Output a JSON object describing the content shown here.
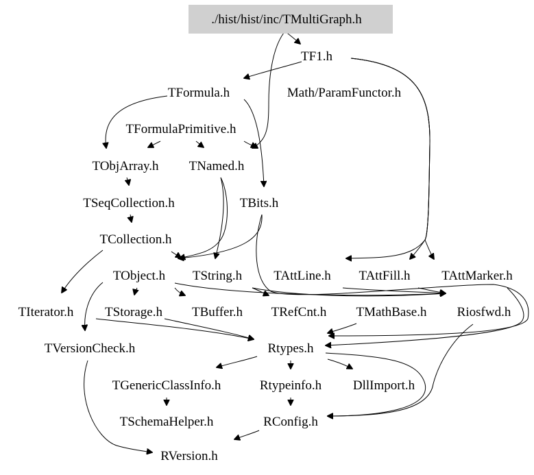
{
  "nodes": [
    {
      "id": "root",
      "label": "./hist/hist/inc/TMultiGraph.h",
      "highlight": true
    },
    {
      "id": "tf1",
      "label": "TF1.h"
    },
    {
      "id": "tformula",
      "label": "TFormula.h"
    },
    {
      "id": "paramfunctor",
      "label": "Math/ParamFunctor.h"
    },
    {
      "id": "tformulaprimitive",
      "label": "TFormulaPrimitive.h"
    },
    {
      "id": "tobjarray",
      "label": "TObjArray.h"
    },
    {
      "id": "tnamed",
      "label": "TNamed.h"
    },
    {
      "id": "tseqcollection",
      "label": "TSeqCollection.h"
    },
    {
      "id": "tbits",
      "label": "TBits.h"
    },
    {
      "id": "tcollection",
      "label": "TCollection.h"
    },
    {
      "id": "tobject",
      "label": "TObject.h"
    },
    {
      "id": "tstring",
      "label": "TString.h"
    },
    {
      "id": "tattline",
      "label": "TAttLine.h"
    },
    {
      "id": "tattfill",
      "label": "TAttFill.h"
    },
    {
      "id": "tattmarker",
      "label": "TAttMarker.h"
    },
    {
      "id": "titerator",
      "label": "TIterator.h"
    },
    {
      "id": "tstorage",
      "label": "TStorage.h"
    },
    {
      "id": "tbuffer",
      "label": "TBuffer.h"
    },
    {
      "id": "trefcnt",
      "label": "TRefCnt.h"
    },
    {
      "id": "tmathbase",
      "label": "TMathBase.h"
    },
    {
      "id": "riosfwd",
      "label": "Riosfwd.h"
    },
    {
      "id": "tversioncheck",
      "label": "TVersionCheck.h"
    },
    {
      "id": "rtypes",
      "label": "Rtypes.h"
    },
    {
      "id": "tgenericclassinfo",
      "label": "TGenericClassInfo.h"
    },
    {
      "id": "rtypeinfo",
      "label": "Rtypeinfo.h"
    },
    {
      "id": "dllimport",
      "label": "DllImport.h"
    },
    {
      "id": "tschemahelper",
      "label": "TSchemaHelper.h"
    },
    {
      "id": "rconfig",
      "label": "RConfig.h"
    },
    {
      "id": "rversion",
      "label": "RVersion.h"
    }
  ],
  "edges": [
    {
      "from": "root",
      "to": "tf1"
    },
    {
      "from": "root",
      "to": "tnamed"
    },
    {
      "from": "tf1",
      "to": "tformula"
    },
    {
      "from": "tf1",
      "to": "tattline"
    },
    {
      "from": "tf1",
      "to": "tattfill"
    },
    {
      "from": "tf1",
      "to": "tattmarker"
    },
    {
      "from": "tformula",
      "to": "tobjarray"
    },
    {
      "from": "tformula",
      "to": "tbits"
    },
    {
      "from": "tformulaprimitive",
      "to": "tobjarray"
    },
    {
      "from": "tformulaprimitive",
      "to": "tnamed"
    },
    {
      "from": "tformulaprimitive",
      "to": "tnamed"
    },
    {
      "from": "tobjarray",
      "to": "tseqcollection"
    },
    {
      "from": "tseqcollection",
      "to": "tcollection"
    },
    {
      "from": "tcollection",
      "to": "tobject"
    },
    {
      "from": "tcollection",
      "to": "titerator"
    },
    {
      "from": "tnamed",
      "to": "tobject"
    },
    {
      "from": "tnamed",
      "to": "tstring"
    },
    {
      "from": "tbits",
      "to": "tobject"
    },
    {
      "from": "tbits",
      "to": "rtypes"
    },
    {
      "from": "tobject",
      "to": "tversioncheck"
    },
    {
      "from": "tobject",
      "to": "tstorage"
    },
    {
      "from": "tobject",
      "to": "tbuffer"
    },
    {
      "from": "tobject",
      "to": "rtypes"
    },
    {
      "from": "tobject",
      "to": "riosfwd"
    },
    {
      "from": "tstring",
      "to": "trefcnt"
    },
    {
      "from": "tstring",
      "to": "riosfwd"
    },
    {
      "from": "tattline",
      "to": "riosfwd"
    },
    {
      "from": "tattfill",
      "to": "riosfwd"
    },
    {
      "from": "tstorage",
      "to": "rtypes"
    },
    {
      "from": "tmathbase",
      "to": "rtypes"
    },
    {
      "from": "tattmarker",
      "to": "rtypes"
    },
    {
      "from": "rtypes",
      "to": "tgenericclassinfo"
    },
    {
      "from": "rtypes",
      "to": "rtypeinfo"
    },
    {
      "from": "rtypes",
      "to": "dllimport"
    },
    {
      "from": "rtypes",
      "to": "rconfig"
    },
    {
      "from": "riosfwd",
      "to": "rconfig"
    },
    {
      "from": "tgenericclassinfo",
      "to": "tschemahelper"
    },
    {
      "from": "rtypeinfo",
      "to": "rconfig"
    },
    {
      "from": "rconfig",
      "to": "rversion"
    },
    {
      "from": "tversioncheck",
      "to": "rversion"
    }
  ]
}
